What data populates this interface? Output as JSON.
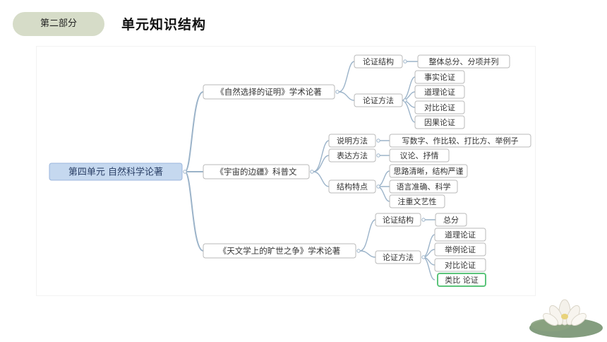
{
  "header": {
    "section_label": "第二部分",
    "title": "单元知识结构"
  },
  "mindmap": {
    "root": "第四单元 自然科学论著",
    "branches": [
      {
        "label": "《自然选择的证明》学术论著",
        "children": [
          {
            "label": "论证结构",
            "children": [
              "整体总分、分项并列"
            ]
          },
          {
            "label": "论证方法",
            "children": [
              "事实论证",
              "道理论证",
              "对比论证",
              "因果论证"
            ]
          }
        ]
      },
      {
        "label": "《宇宙的边疆》科普文",
        "children": [
          {
            "label": "说明方法",
            "children": [
              "写数字、作比较、打比方、举例子"
            ]
          },
          {
            "label": "表达方法",
            "children": [
              "议论、抒情"
            ]
          },
          {
            "label": "结构特点",
            "children": [
              "思路清晰，结构严谨",
              "语言准确、科学",
              "注重文艺性"
            ]
          }
        ]
      },
      {
        "label": "《天文学上的旷世之争》学术论著",
        "children": [
          {
            "label": "论证结构",
            "children": [
              "总分"
            ]
          },
          {
            "label": "论证方法",
            "children": [
              "道理论证",
              "举例论证",
              "对比论证",
              "类比 论证"
            ]
          }
        ]
      }
    ]
  },
  "colors": {
    "root_fill": "#c5d8ef",
    "root_border": "#9bb6dc",
    "branch_line": "#9bb3c9",
    "node_border": "#b9b9b9",
    "selected_border": "#5bc47a",
    "section_pill": "#d6dcc8"
  }
}
